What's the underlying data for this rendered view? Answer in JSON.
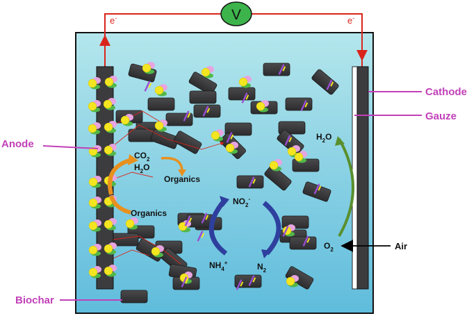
{
  "meter": {
    "symbol": "V"
  },
  "electron_left": "e",
  "electron_right": "e",
  "electron_sup": "-",
  "labels": {
    "cathode": "Cathode",
    "gauze": "Gauze",
    "anode": "Anode",
    "biochar": "Biochar",
    "air": "Air"
  },
  "chem": {
    "co2": [
      "CO",
      "2"
    ],
    "h2o_left": [
      "H",
      "2",
      "O"
    ],
    "organics_top": "Organics",
    "organics_bottom": "Organics",
    "no2": [
      "NO",
      "2",
      "-"
    ],
    "nh4": [
      "NH",
      "4",
      "+"
    ],
    "n2": [
      "N",
      "2"
    ],
    "h2o_right": [
      "H",
      "2",
      "O"
    ],
    "o2": [
      "O",
      "2"
    ]
  },
  "colors": {
    "label_magenta": "#c140b8",
    "wire_red": "#d9241b",
    "meter_green": "#3cb44b",
    "arrow_orange": "#e8901e",
    "arrow_blue": "#2e3f9e",
    "arrow_green": "#5a8f2e",
    "electrode": "#3c3c3e",
    "water_top": "#a9e2ea",
    "water_bottom": "#5fbcdc"
  }
}
